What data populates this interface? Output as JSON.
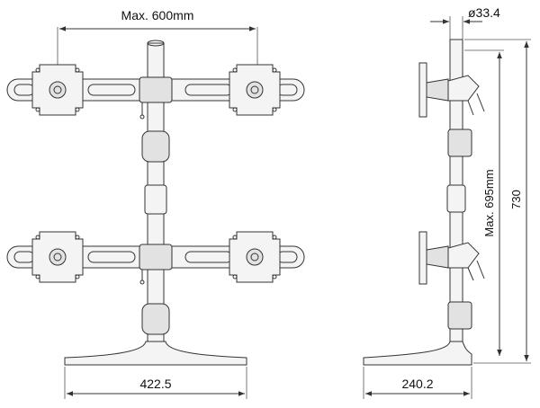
{
  "dimensions": {
    "max_width": "Max. 600mm",
    "base_width_front": "422.5",
    "pole_diameter": "ø33.4",
    "total_height": "730",
    "max_mount_height": "Max. 695mm",
    "base_depth_side": "240.2"
  },
  "colors": {
    "line": "#333333",
    "fill": "#f4f4f4",
    "shade": "#e2e2e2"
  }
}
